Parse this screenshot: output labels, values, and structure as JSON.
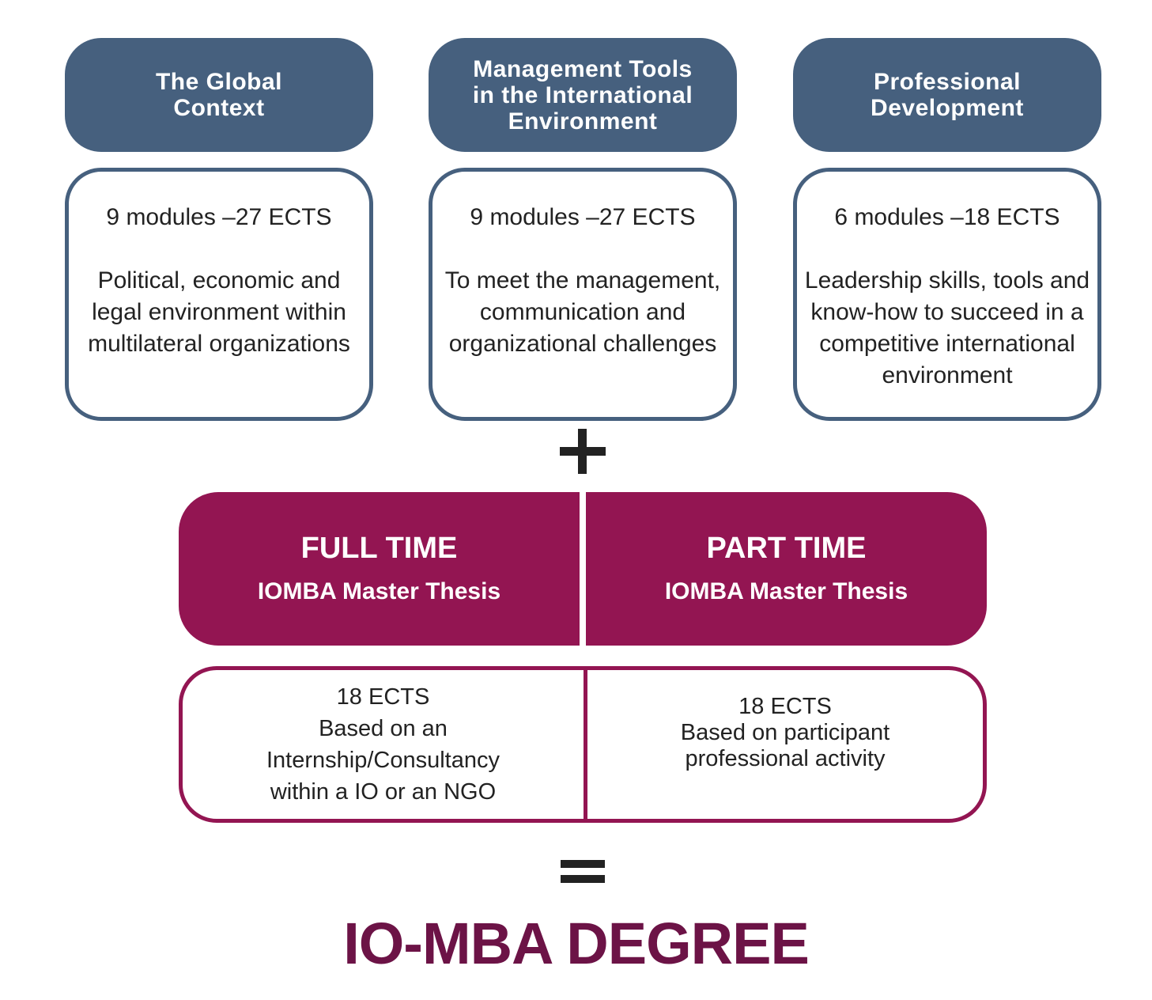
{
  "columns": [
    {
      "title": "The Global\nContext",
      "modules": "9 modules –27 ECTS",
      "description": "Political, economic and\nlegal environment within\nmultilateral organizations"
    },
    {
      "title": "Management Tools\nin the International\nEnvironment",
      "modules": "9 modules –27 ECTS",
      "description": "To meet the management,\ncommunication and\norganizational challenges"
    },
    {
      "title": "Professional\nDevelopment",
      "modules": "6 modules –18 ECTS",
      "description": "Leadership skills, tools and\nknow-how to succeed in a\ncompetitive international\nenvironment"
    }
  ],
  "thesis": {
    "full_time": {
      "title": "FULL TIME",
      "subtitle": "IOMBA Master Thesis",
      "details": "18 ECTS\nBased on an\nInternship/Consultancy\nwithin a IO or an NGO"
    },
    "part_time": {
      "title": "PART TIME",
      "subtitle": "IOMBA Master Thesis",
      "details": "18 ECTS\nBased on participant\nprofessional activity"
    }
  },
  "result": "IO-MBA DEGREE",
  "colors": {
    "blue": "#46607e",
    "maroon": "#931552",
    "title": "#6c1346"
  }
}
